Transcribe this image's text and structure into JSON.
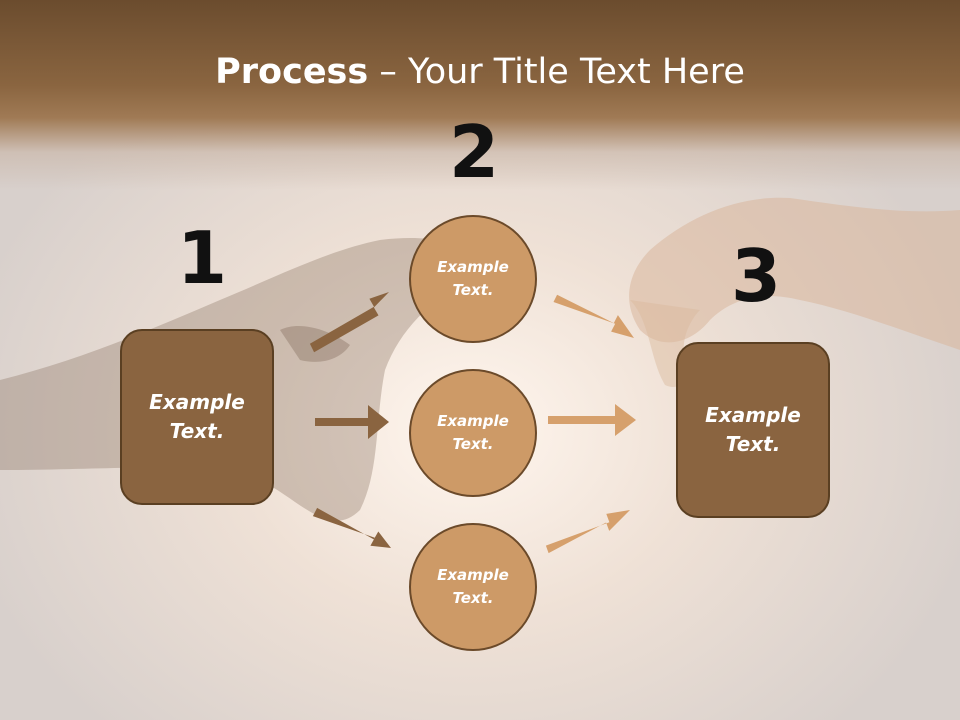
{
  "title": {
    "bold": "Process",
    "rest": " – Your Title Text Here"
  },
  "steps": [
    {
      "number": "1",
      "label": "Example Text."
    },
    {
      "number": "2",
      "label": "Example Text."
    },
    {
      "number": "3",
      "label": "Example Text."
    }
  ],
  "circles": [
    {
      "label": "Example Text."
    },
    {
      "label": "Example Text."
    },
    {
      "label": "Example Text."
    }
  ],
  "colors": {
    "box_fill": "#8a6440",
    "circle_fill": "#cd9a67",
    "arrow_dark": "#8a6440",
    "arrow_light": "#d6a06c",
    "header_band": "#7a5634"
  }
}
